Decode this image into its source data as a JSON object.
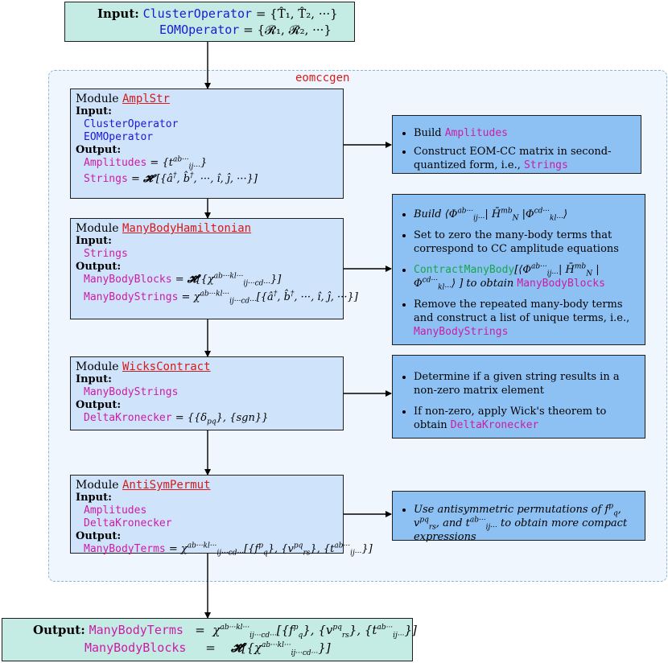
{
  "input_box": {
    "label": "Input",
    "line1_name": "ClusterOperator",
    "line1_value": "= {T̂₁, T̂₂, ···}",
    "line2_name": "EOMOperator",
    "line2_value": "= {𝓡₁, 𝓡₂, ···}"
  },
  "frame": {
    "title": "eomccgen"
  },
  "modules": [
    {
      "prefix": "Module",
      "name": "AmplStr",
      "input_label": "Input",
      "inputs": [
        "ClusterOperator",
        "EOMOperator"
      ],
      "output_label": "Output",
      "outputs": [
        {
          "name": "Amplitudes",
          "expr": "= {t_{ij···}^{ab···}}"
        },
        {
          "name": "Strings",
          "expr": "= 𝓗̄ [{â†, b̂†, ···, î, ĵ, ···}]"
        }
      ],
      "description": [
        {
          "text": "Build ",
          "code": "Amplitudes",
          "after": ""
        },
        {
          "text": "Construct EOM-CC matrix in second-quantized form, i.e., ",
          "code": "Strings",
          "after": ""
        }
      ]
    },
    {
      "prefix": "Module",
      "name": "ManyBodyHamiltonian",
      "input_label": "Input",
      "inputs": [
        "Strings"
      ],
      "output_label": "Output",
      "outputs": [
        {
          "name": "ManyBodyBlocks",
          "expr": "= 𝓗̄ [{χ_{ij···cd···}^{ab···kl···}}]"
        },
        {
          "name": "ManyBodyStrings",
          "expr": "= χ_{ij···cd···}^{ab···kl···} [{â†, b̂†, ···, î, ĵ, ···}]"
        }
      ],
      "description": [
        {
          "text": "Build ⟨Φ_{ij···}^{ab···}| H̄_N^{mb} |Φ_{kl···}^{cd···}⟩",
          "code": "",
          "after": ""
        },
        {
          "text": "Set to zero the many-body terms that correspond to CC amplitude equations",
          "code": "",
          "after": ""
        },
        {
          "text": "",
          "code_green": "ContractManyBody",
          "text2": "[⟨Φ_{ij···}^{ab···}| H̄_N^{mb} |Φ_{kl···}^{cd···}⟩ ] to obtain ",
          "code": "ManyBodyBlocks",
          "after": ""
        },
        {
          "text": "Remove the repeated many-body terms and construct a list of unique terms, i.e., ",
          "code": "ManyBodyStrings",
          "after": ""
        }
      ]
    },
    {
      "prefix": "Module",
      "name": "WicksContract",
      "input_label": "Input",
      "inputs": [
        "ManyBodyStrings"
      ],
      "output_label": "Output",
      "outputs": [
        {
          "name": "DeltaKronecker",
          "expr": "= {{δ_{pq}}, {sgn}}"
        }
      ],
      "description": [
        {
          "text": "Determine if a given string results in a non-zero matrix element",
          "code": "",
          "after": ""
        },
        {
          "text": "If non-zero, apply Wick's theorem to obtain ",
          "code": "DeltaKronecker",
          "after": ""
        }
      ]
    },
    {
      "prefix": "Module",
      "name": "AntiSymPermut",
      "input_label": "Input",
      "inputs": [
        "Amplitudes",
        "DeltaKronecker"
      ],
      "output_label": "Output",
      "outputs": [
        {
          "name": "ManyBodyTerms",
          "expr": "= χ_{ij···cd···}^{ab···kl···} [{f_q^p}, {v_{rs}^{pq}}, {t_{ij···}^{ab···}}]"
        }
      ],
      "description": [
        {
          "text": "Use antisymmetric permutations of f_q^p, v_{rs}^{pq}, and t_{ij···}^{ab···} to obtain more compact expressions",
          "code": "",
          "after": ""
        }
      ]
    }
  ],
  "output_box": {
    "label": "Output",
    "line1_name": "ManyBodyTerms",
    "line1_value": "= χ_{ij···cd···}^{ab···kl···} [{f_q^p}, {v_{rs}^{pq}}, {t_{ij···}^{ab···}}]",
    "line2_name": "ManyBodyBlocks",
    "line2_value": "= 𝓗̄ [{χ_{ij···cd···}^{ab···kl···}}]"
  },
  "colors": {
    "teal_box": "#c4ece4",
    "module_box": "#cfe3fb",
    "desc_box": "#8ec1f3",
    "frame": "#f0f6fd",
    "blue_code": "#1a1ad6",
    "magenta_code": "#cc1ca6",
    "green_code": "#14a84a",
    "red_code": "#d61a1a"
  }
}
